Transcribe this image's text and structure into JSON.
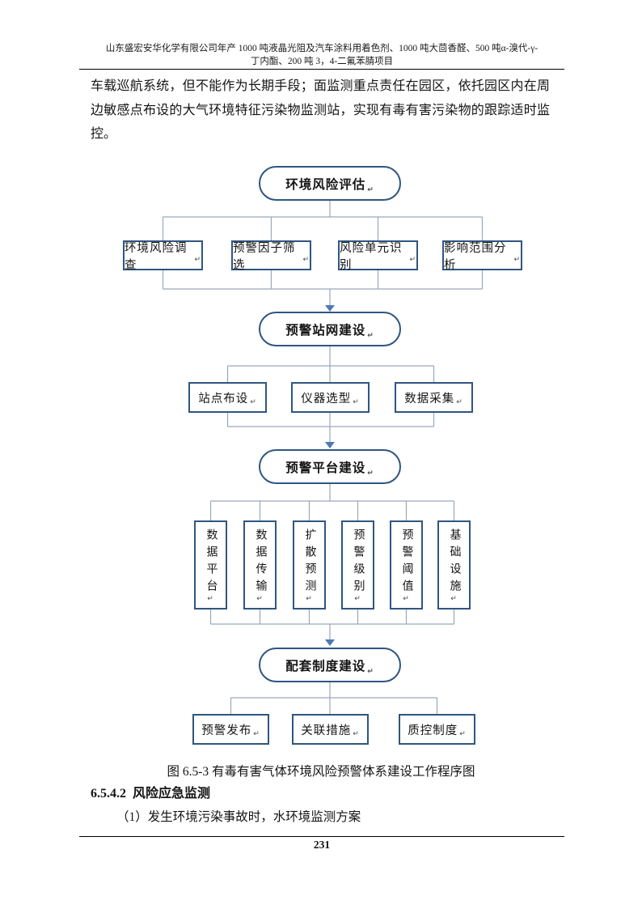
{
  "document": {
    "header": {
      "line1": "山东盛宏安华化学有限公司年产 1000 吨液晶光阻及汽车涂料用着色剂、1000 吨大茴香醛、500 吨α-溴代-γ-",
      "line2": "丁内酯、200 吨 3，4-二氟苯腈项目"
    },
    "paragraph": "车载巡航系统，但不能作为长期手段；面监测重点责任在园区，依托园区内在周边敏感点布设的大气环境特征污染物监测站，实现有毒有害污染物的跟踪适时监控。",
    "figure_caption": "图 6.5-3 有毒有害气体环境风险预警体系建设工作程序图",
    "section_heading": {
      "number": "6.5.4.2",
      "title": "风险应急监测"
    },
    "list_item": "（1）发生环境污染事故时，水环境监测方案",
    "page_number": "231"
  },
  "flowchart": {
    "return_mark": "↵",
    "stages": [
      {
        "title": "环境风险评估",
        "children": [
          "环境风险调查",
          "预警因子筛选",
          "风险单元识别",
          "影响范围分析"
        ]
      },
      {
        "title": "预警站网建设",
        "children": [
          "站点布设",
          "仪器选型",
          "数据采集"
        ]
      },
      {
        "title": "预警平台建设",
        "children": [
          "数据平台",
          "数据传输",
          "扩散预测",
          "预警级别",
          "预警阈值",
          "基础设施"
        ]
      },
      {
        "title": "配套制度建设",
        "children": [
          "预警发布",
          "关联措施",
          "质控制度"
        ]
      }
    ],
    "colors": {
      "node_border": "#2f5680",
      "connector_line": "#9aa7bf",
      "arrow": "#4e79b4"
    }
  }
}
